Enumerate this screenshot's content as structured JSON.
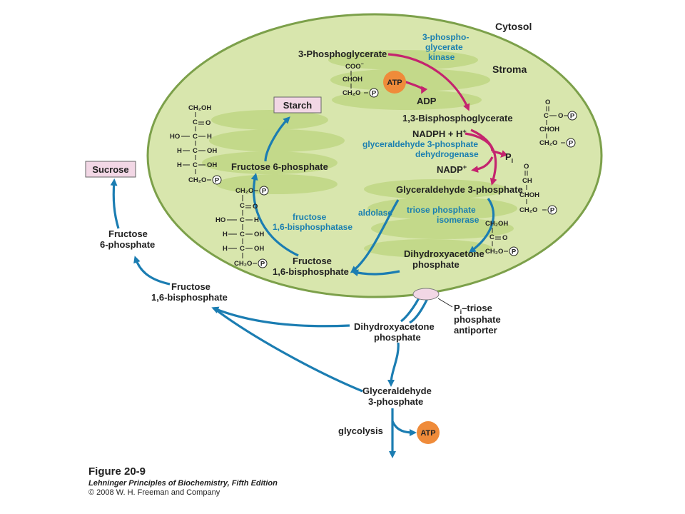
{
  "regions": {
    "cytosol": "Cytosol",
    "stroma": "Stroma"
  },
  "labels": {
    "pg3": "3-Phosphoglycerate",
    "adp": "ADP",
    "bpg13": "1,3-Bisphosphoglycerate",
    "nadph": "NADPH + H",
    "nadph_sup": "+",
    "nadp": "NADP",
    "nadp_sup": "+",
    "pi": "P",
    "pi_sub": "i",
    "gap_stroma": "Glyceraldehyde 3-phosphate",
    "dhap_stroma_1": "Dihydroxyacetone",
    "dhap_stroma_2": "phosphate",
    "fbp_stroma_1": "Fructose",
    "fbp_stroma_2": "1,6-bisphosphate",
    "f6p_stroma": "Fructose 6-phosphate",
    "starch": "Starch",
    "sucrose": "Sucrose",
    "f6p_cyt_1": "Fructose",
    "f6p_cyt_2": "6-phosphate",
    "fbp_cyt_1": "Fructose",
    "fbp_cyt_2": "1,6-bisphosphate",
    "dhap_cyt_1": "Dihydroxyacetone",
    "dhap_cyt_2": "phosphate",
    "gap_cyt_1": "Glyceraldehyde",
    "gap_cyt_2": "3-phosphate",
    "glycolysis": "glycolysis",
    "antiporter_1a": "P",
    "antiporter_1sub": "i",
    "antiporter_1b": "–triose",
    "antiporter_2": "phosphate",
    "antiporter_3": "antiporter",
    "atp1": "ATP",
    "atp2": "ATP"
  },
  "enzymes": {
    "pgk_1": "3-phospho-",
    "pgk_2": "glycerate",
    "pgk_3": "kinase",
    "gapdh_1": "glyceraldehyde 3-phosphate",
    "gapdh_2": "dehydrogenase",
    "tpi_1": "triose phosphate",
    "tpi_2": "isomerase",
    "aldolase": "aldolase",
    "fbpase_1": "fructose",
    "fbpase_2": "1,6-bisphosphatase"
  },
  "structures": {
    "pg3": [
      "COO",
      "CHOH",
      "CH₂O"
    ],
    "bpg": [
      "O",
      "C",
      "O",
      "CHOH",
      "CH₂O"
    ],
    "gap": [
      "O",
      "CH",
      "CHOH",
      "CH₂O"
    ],
    "dhap": [
      "CH₂OH",
      "C",
      "O",
      "CH₂O"
    ],
    "f6p": [
      "CH₂OH",
      "C",
      "O",
      "HO",
      "C",
      "H",
      "H",
      "C",
      "OH",
      "H",
      "C",
      "OH",
      "CH₂O"
    ],
    "fbp": [
      "CH₂O",
      "C",
      "O",
      "HO",
      "C",
      "H",
      "H",
      "C",
      "OH",
      "H",
      "C",
      "OH",
      "CH₂O"
    ],
    "pg3_charge": "−",
    "phosphate_symbol": "P"
  },
  "caption": {
    "figure": "Figure 20-9",
    "book": "Lehninger Principles of Biochemistry, Fifth Edition",
    "copyright": "© 2008 W. H. Freeman and Company"
  },
  "colors": {
    "chloroplast": "#d8e6ad",
    "stroma_band": "#c3d98a",
    "membrane": "#7ca04a",
    "blue_arrow": "#1b7db2",
    "pink_arrow": "#c4246e",
    "atp": "#ef8b3a",
    "box": "#f2d7e5"
  }
}
